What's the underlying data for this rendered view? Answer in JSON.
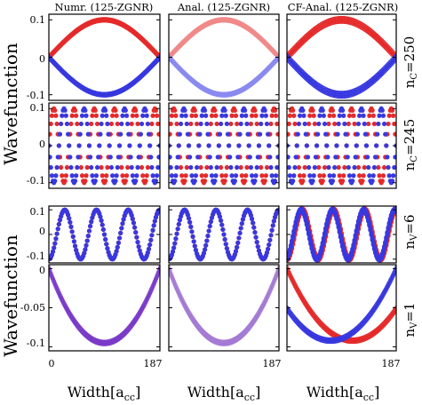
{
  "chart_data": {
    "type": "scatter",
    "column_titles": [
      "Numr. (125-ZGNR)",
      "Anal. (125-ZGNR)",
      "CF-Anal. (125-ZGNR)"
    ],
    "row_labels": [
      {
        "base": "n",
        "sub": "C",
        "rest": "=250"
      },
      {
        "base": "n",
        "sub": "C",
        "rest": "=245"
      },
      {
        "base": "n",
        "sub": "V",
        "rest": "=6"
      },
      {
        "base": "n",
        "sub": "V",
        "rest": "=1"
      }
    ],
    "ylabel_top": "Wavefunction",
    "ylabel_bottom": "Wavefunction",
    "xlabel": {
      "base": "Width[a",
      "sub": "cc",
      "rest": "]"
    },
    "xticks": [
      "0",
      "187"
    ],
    "xlim": [
      0,
      187
    ],
    "rows": [
      {
        "ylim": [
          -0.115,
          0.115
        ],
        "yticks": [
          0.1,
          0,
          -0.1
        ],
        "ytick_labels": [
          "0.1",
          "0",
          "-0.1"
        ]
      },
      {
        "ylim": [
          -0.115,
          0.115
        ],
        "yticks": [
          0.1,
          0,
          -0.1
        ],
        "ytick_labels": [
          "0.1",
          "0",
          "-0.1"
        ]
      },
      {
        "ylim": [
          -0.115,
          0.115
        ],
        "yticks": [
          0.1,
          0,
          -0.1
        ],
        "ytick_labels": [
          "0.1",
          "0",
          "-0.1"
        ]
      },
      {
        "ylim": [
          -0.105,
          0.005
        ],
        "yticks": [
          0,
          -0.05,
          -0.1
        ],
        "ytick_labels": [
          "0",
          "-0.05",
          "-0.1"
        ]
      }
    ],
    "panels": [
      {
        "row": 0,
        "col": 0,
        "series": [
          {
            "color": "#e52a2a",
            "amp": 0.1,
            "half_periods": 1,
            "phase": 0,
            "shape": "sine",
            "offset": 0,
            "strands": 3,
            "spread": 0.003
          },
          {
            "color": "#3838e0",
            "amp": -0.1,
            "half_periods": 1,
            "phase": 0,
            "shape": "sine",
            "offset": 0,
            "strands": 3,
            "spread": 0.003
          }
        ]
      },
      {
        "row": 0,
        "col": 1,
        "series": [
          {
            "color": "#f08a8a",
            "amp": 0.1,
            "half_periods": 1,
            "phase": 0,
            "shape": "sine",
            "offset": 0,
            "strands": 3,
            "spread": 0.003
          },
          {
            "color": "#8a8af0",
            "amp": -0.1,
            "half_periods": 1,
            "phase": 0,
            "shape": "sine",
            "offset": 0,
            "strands": 3,
            "spread": 0.003
          }
        ]
      },
      {
        "row": 0,
        "col": 2,
        "series": [
          {
            "color": "#e52a2a",
            "amp": 0.1,
            "half_periods": 1,
            "phase": 0,
            "shape": "sine",
            "offset": 0,
            "strands": 3,
            "spread": 0.006
          },
          {
            "color": "#3838e0",
            "amp": -0.1,
            "half_periods": 1,
            "phase": 0,
            "shape": "sine",
            "offset": 0,
            "strands": 3,
            "spread": 0.006
          }
        ]
      },
      {
        "row": 1,
        "col": 0,
        "series": [
          {
            "color": "#e52a2a",
            "amp": 0.1,
            "half_periods": 11,
            "phase": 0,
            "shape": "sine",
            "offset": 0,
            "strands": 1,
            "spread": 0
          },
          {
            "color": "#3838e0",
            "amp": -0.1,
            "half_periods": 11,
            "phase": 0,
            "shape": "sine",
            "offset": 0,
            "strands": 1,
            "spread": 0
          }
        ]
      },
      {
        "row": 1,
        "col": 1,
        "series": [
          {
            "color": "#e52a2a",
            "amp": 0.1,
            "half_periods": 11,
            "phase": 0,
            "shape": "sine",
            "offset": 0,
            "strands": 1,
            "spread": 0
          },
          {
            "color": "#3838e0",
            "amp": -0.1,
            "half_periods": 11,
            "phase": 0,
            "shape": "sine",
            "offset": 0,
            "strands": 1,
            "spread": 0
          }
        ]
      },
      {
        "row": 1,
        "col": 2,
        "series": [
          {
            "color": "#e52a2a",
            "amp": 0.1,
            "half_periods": 11,
            "phase": 0,
            "shape": "sine",
            "offset": 0,
            "strands": 1,
            "spread": 0
          },
          {
            "color": "#3838e0",
            "amp": -0.1,
            "half_periods": 11,
            "phase": 0,
            "shape": "sine",
            "offset": 0,
            "strands": 1,
            "spread": 0
          }
        ]
      },
      {
        "row": 2,
        "col": 0,
        "series": [
          {
            "color": "#e52a2a",
            "amp": 0.1,
            "half_periods": 7,
            "phase": -1.5708,
            "shape": "sine",
            "offset": 0,
            "strands": 1,
            "spread": 0
          },
          {
            "color": "#3838e0",
            "amp": 0.1,
            "half_periods": 7,
            "phase": -1.5708,
            "shape": "sine",
            "offset": 0,
            "strands": 1,
            "spread": 0
          }
        ]
      },
      {
        "row": 2,
        "col": 1,
        "series": [
          {
            "color": "#e52a2a",
            "amp": 0.1,
            "half_periods": 7,
            "phase": -1.5708,
            "shape": "sine",
            "offset": 0,
            "strands": 1,
            "spread": 0
          },
          {
            "color": "#3838e0",
            "amp": 0.1,
            "half_periods": 7,
            "phase": -1.5708,
            "shape": "sine",
            "offset": 0,
            "strands": 1,
            "spread": 0
          }
        ]
      },
      {
        "row": 2,
        "col": 2,
        "series": [
          {
            "color": "#e52a2a",
            "amp": 0.1,
            "half_periods": 7,
            "phase": -1.5708,
            "shape": "sine",
            "offset": 0,
            "strands": 3,
            "spread": 0.004
          },
          {
            "color": "#3838e0",
            "amp": 0.1,
            "half_periods": 7,
            "phase": -1.3,
            "shape": "sine",
            "offset": 0,
            "strands": 3,
            "spread": 0.004
          }
        ]
      },
      {
        "row": 3,
        "col": 0,
        "series": [
          {
            "color": "#7a3ac8",
            "amp": -0.095,
            "half_periods": 1,
            "phase": 0,
            "shape": "parabola",
            "offset": 0,
            "vertex": 0.5,
            "strands": 3,
            "spread": 0.002
          }
        ]
      },
      {
        "row": 3,
        "col": 1,
        "series": [
          {
            "color": "#a47ad4",
            "amp": -0.095,
            "half_periods": 1,
            "phase": 0,
            "shape": "parabola",
            "offset": 0,
            "vertex": 0.5,
            "strands": 3,
            "spread": 0.002
          }
        ]
      },
      {
        "row": 3,
        "col": 2,
        "series": [
          {
            "color": "#e52a2a",
            "amp": -0.092,
            "half_periods": 1,
            "phase": 0,
            "shape": "parabola",
            "offset": 0,
            "vertex": 0.6,
            "strands": 3,
            "spread": 0.002
          },
          {
            "color": "#3838e0",
            "amp": -0.092,
            "half_periods": 1,
            "phase": 0,
            "shape": "parabola",
            "offset": 0,
            "vertex": 0.4,
            "strands": 3,
            "spread": 0.002
          }
        ]
      }
    ]
  }
}
